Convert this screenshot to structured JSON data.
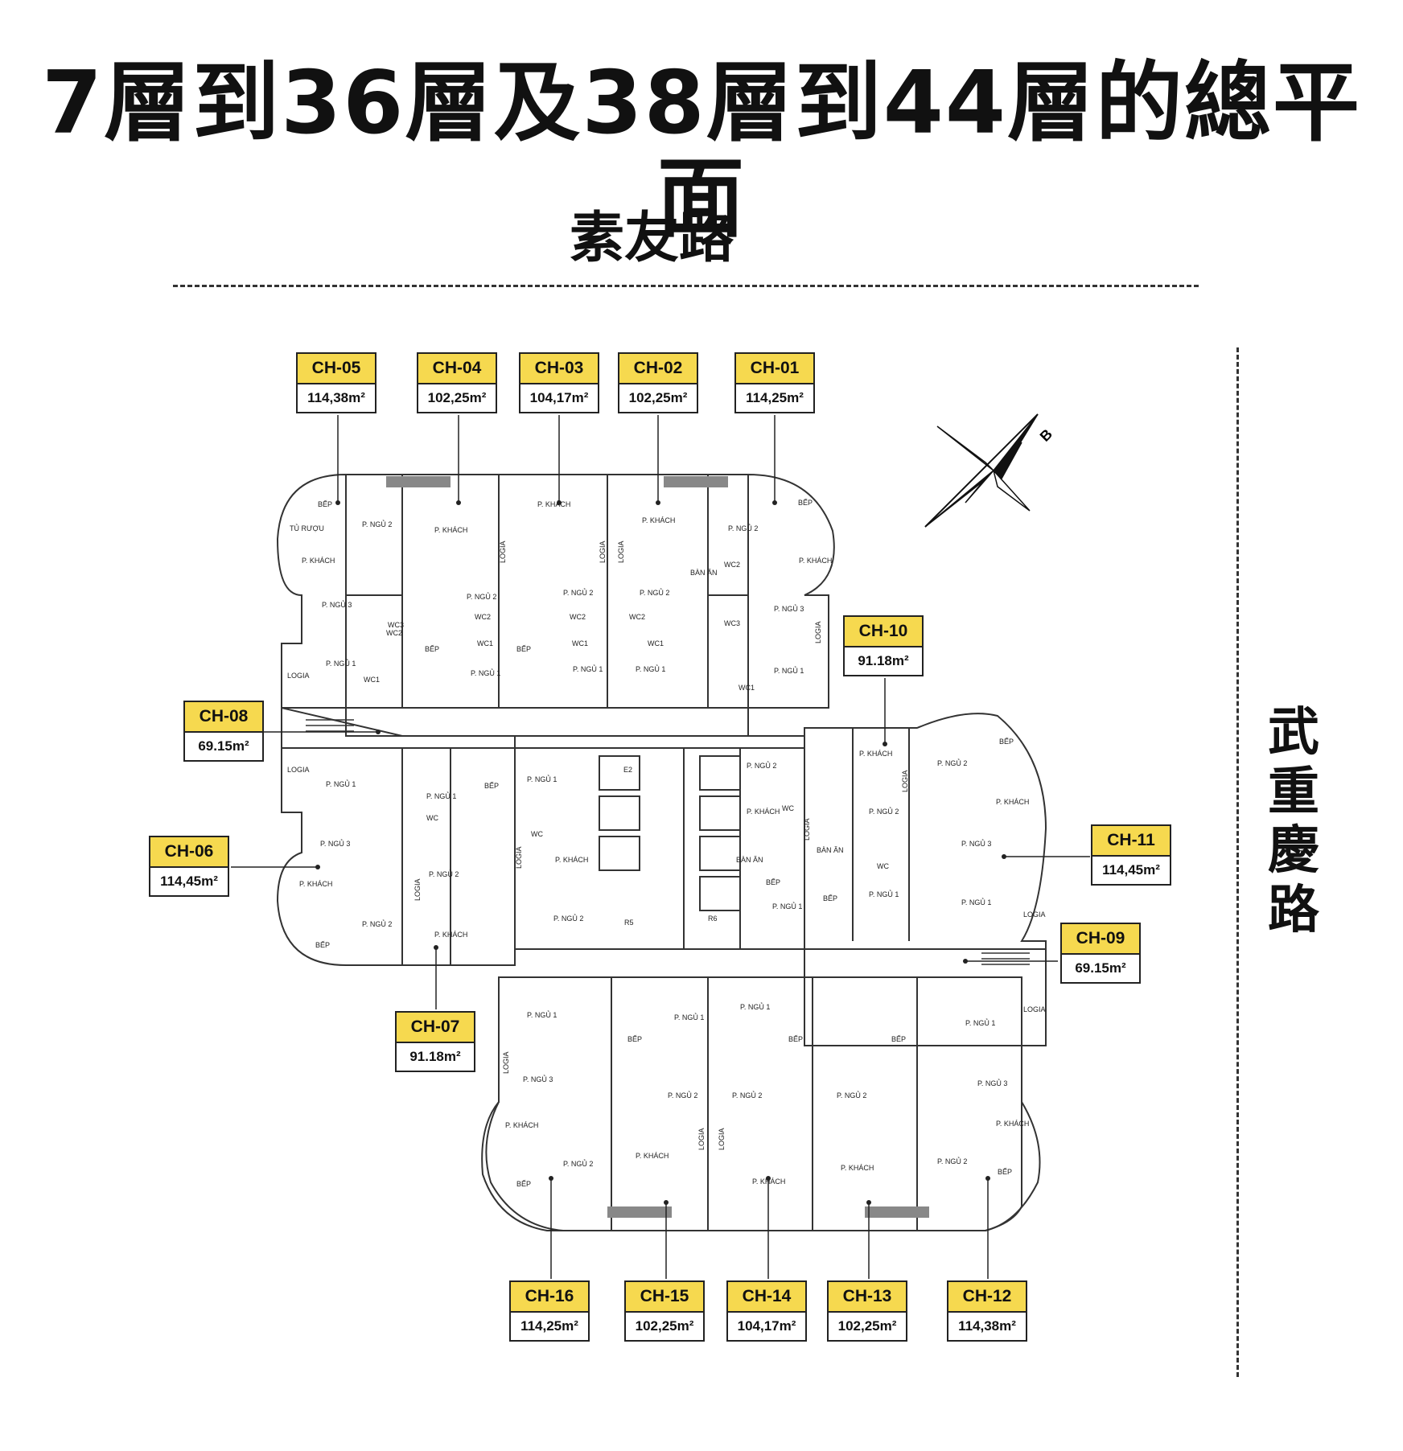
{
  "title": "7層到36層及38層到44層的總平面",
  "road_top": "素友路",
  "road_right_chars": [
    "武",
    "重",
    "慶",
    "路"
  ],
  "compass_label": "B",
  "colors": {
    "label_fill": "#f6d94f",
    "wall": "#555555",
    "line": "#222222"
  },
  "units": [
    {
      "code": "CH-05",
      "area": "114,38m²"
    },
    {
      "code": "CH-04",
      "area": "102,25m²"
    },
    {
      "code": "CH-03",
      "area": "104,17m²"
    },
    {
      "code": "CH-02",
      "area": "102,25m²"
    },
    {
      "code": "CH-01",
      "area": "114,25m²"
    },
    {
      "code": "CH-10",
      "area": "91.18m²"
    },
    {
      "code": "CH-08",
      "area": "69.15m²"
    },
    {
      "code": "CH-06",
      "area": "114,45m²"
    },
    {
      "code": "CH-11",
      "area": "114,45m²"
    },
    {
      "code": "CH-09",
      "area": "69.15m²"
    },
    {
      "code": "CH-07",
      "area": "91.18m²"
    },
    {
      "code": "CH-16",
      "area": "114,25m²"
    },
    {
      "code": "CH-15",
      "area": "102,25m²"
    },
    {
      "code": "CH-14",
      "area": "104,17m²"
    },
    {
      "code": "CH-13",
      "area": "102,25m²"
    },
    {
      "code": "CH-12",
      "area": "114,38m²"
    }
  ],
  "room_labels": {
    "bep": "BẾP",
    "p_khach": "P. KHÁCH",
    "p_ngu_1": "P. NGỦ 1",
    "p_ngu_2": "P. NGỦ 2",
    "p_ngu_3": "P. NGỦ 3",
    "logia": "LOGIA",
    "wc1": "WC1",
    "wc2": "WC2",
    "wc3": "WC3",
    "wc": "WC",
    "ban_an": "BÀN ĂN",
    "tu_ruou": "TỦ RƯỢU",
    "e2": "E2",
    "r5": "R5",
    "r6": "R6"
  }
}
